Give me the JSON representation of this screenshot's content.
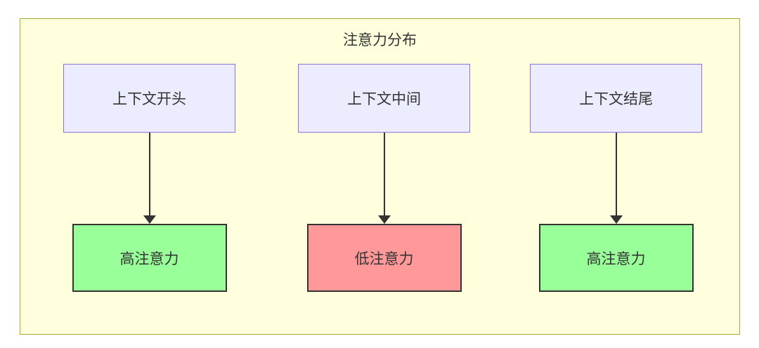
{
  "diagram": {
    "title": "注意力分布",
    "columns": [
      {
        "source": "上下文开头",
        "target": "高注意力",
        "target_level": "high"
      },
      {
        "source": "上下文中间",
        "target": "低注意力",
        "target_level": "low"
      },
      {
        "source": "上下文结尾",
        "target": "高注意力",
        "target_level": "high"
      }
    ],
    "colors": {
      "frame_fill": "#ffffde",
      "frame_border": "#aaaa33",
      "source_fill": "#ececff",
      "source_border": "#9370db",
      "high_attention_fill": "#99ff99",
      "low_attention_fill": "#ff9999",
      "target_border": "#333333",
      "arrow": "#333333",
      "text": "#333333"
    }
  }
}
